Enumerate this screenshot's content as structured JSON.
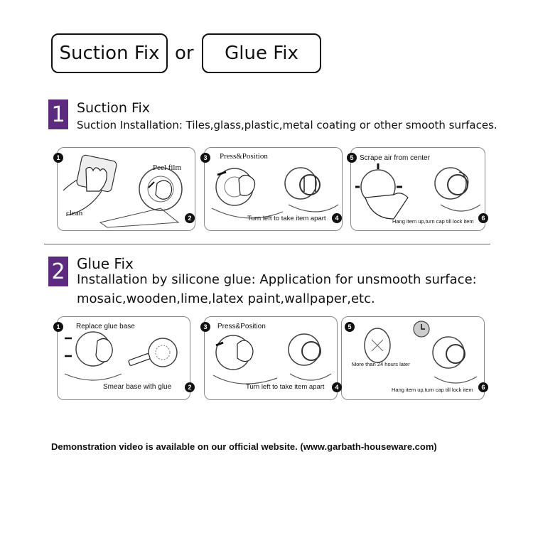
{
  "header": {
    "suction_label": "Suction Fix",
    "or_label": "or",
    "glue_label": "Glue Fix"
  },
  "section1": {
    "number": "1",
    "title": "Suction Fix",
    "description": "Suction Installation: Tiles,glass,plastic,metal coating or other smooth surfaces.",
    "panels": [
      {
        "steps": [
          "1",
          "2"
        ],
        "captions": [
          "Peel film",
          "clean"
        ]
      },
      {
        "steps": [
          "3",
          "4"
        ],
        "captions": [
          "Press&Position",
          "Turn left to take item apart"
        ]
      },
      {
        "steps": [
          "5",
          "6"
        ],
        "captions": [
          "Scrape air from center",
          "Hang item up,turn cap till lock item"
        ]
      }
    ]
  },
  "section2": {
    "number": "2",
    "title": "Glue Fix",
    "description_line1": "Installation by silicone glue: Application for unsmooth surface:",
    "description_line2": "mosaic,wooden,lime,latex paint,wallpaper,etc.",
    "panels": [
      {
        "steps": [
          "1",
          "2"
        ],
        "captions": [
          "Replace glue base",
          "Smear base with glue"
        ]
      },
      {
        "steps": [
          "3",
          "4"
        ],
        "captions": [
          "Press&Position",
          "Turn left to take item apart"
        ]
      },
      {
        "steps": [
          "5",
          "6"
        ],
        "captions": [
          "More than 24 hours later",
          "Hang item up,turn cap till lock item"
        ]
      }
    ]
  },
  "footer": {
    "text": "Demonstration video is available on our official website.  (www.garbath-houseware.com)"
  }
}
